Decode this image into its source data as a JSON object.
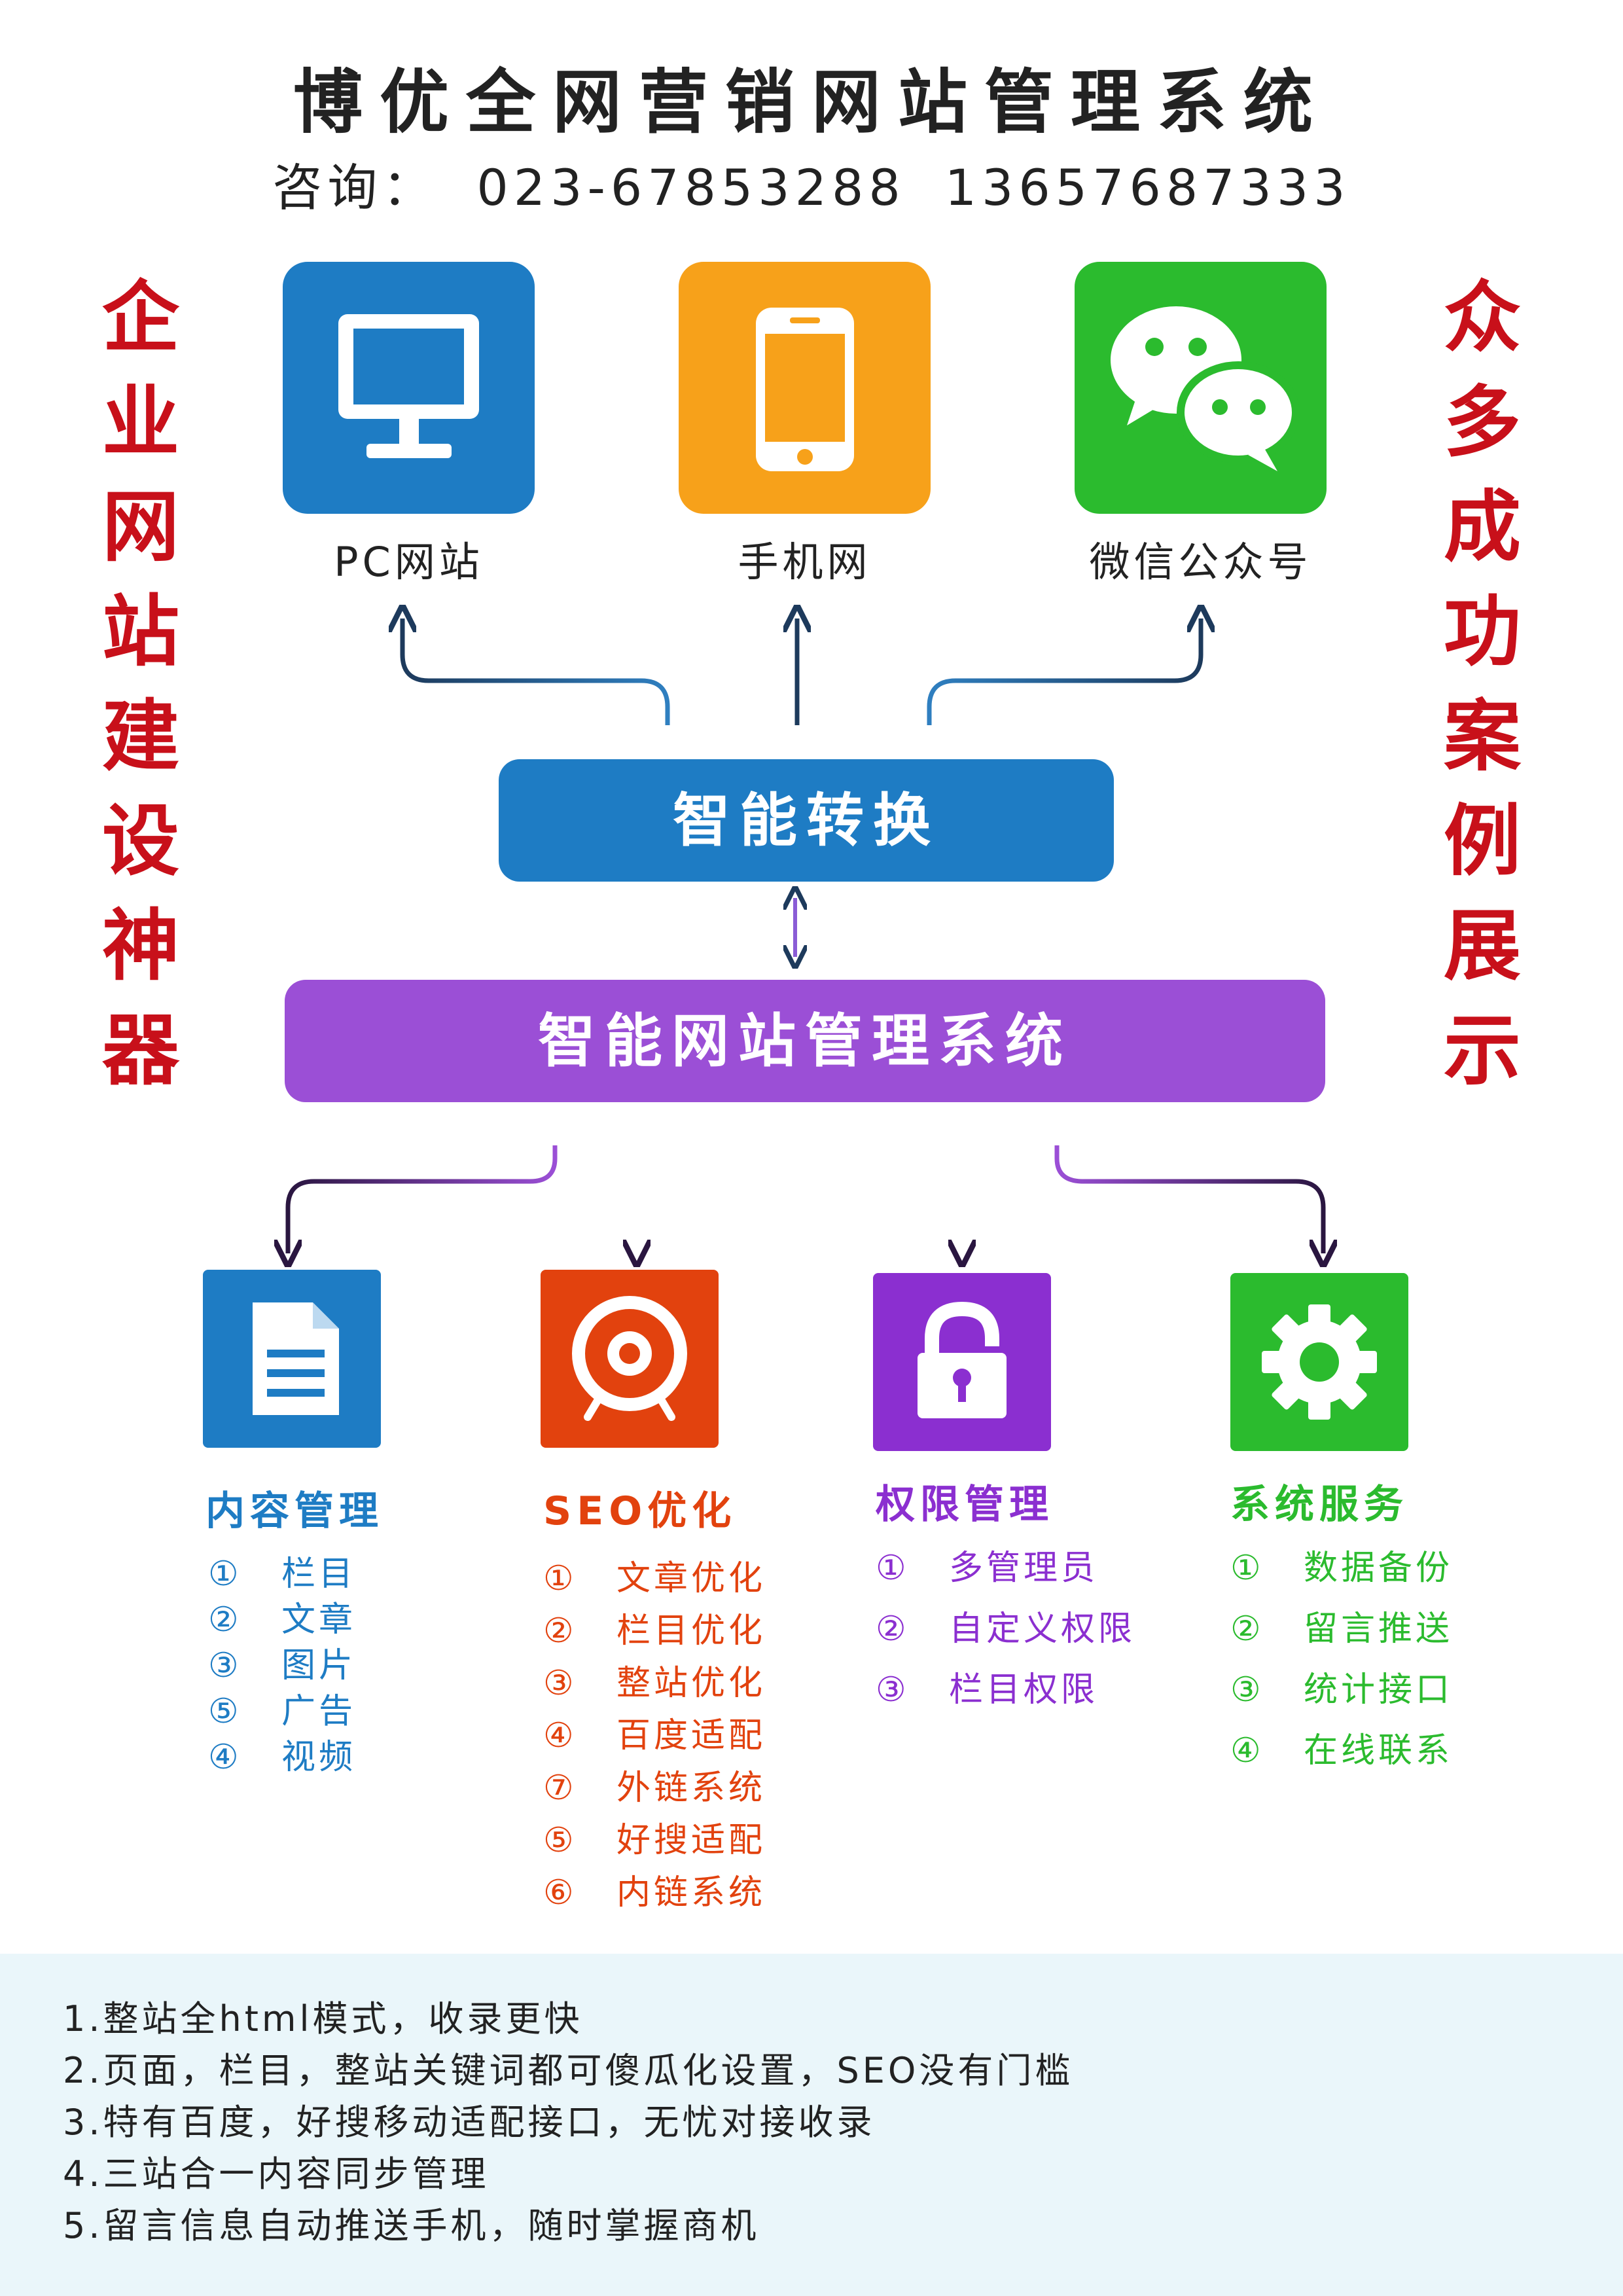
{
  "header": {
    "title": "博优全网营销网站管理系统",
    "contact_label": "咨询：",
    "phone_1": "023-67853288",
    "phone_2": "13657687333"
  },
  "side_left": "企业网站建设神器",
  "side_right": "众多成功案例展示",
  "platforms": [
    {
      "label": "PC网站",
      "icon": "monitor-icon",
      "color": "#1e7cc4"
    },
    {
      "label": "手机网",
      "icon": "phone-icon",
      "color": "#f7a11a"
    },
    {
      "label": "微信公众号",
      "icon": "wechat-icon",
      "color": "#2bbb2e"
    }
  ],
  "smart_convert": {
    "label": "智能转换",
    "color": "#1e7cc4"
  },
  "cms": {
    "label": "智能网站管理系统",
    "color": "#9b4fd6"
  },
  "modules": [
    {
      "title": "内容管理",
      "icon": "document-icon",
      "color": "#1e7cc4",
      "items": [
        {
          "num": "①",
          "text": "栏目"
        },
        {
          "num": "②",
          "text": "文章"
        },
        {
          "num": "③",
          "text": "图片"
        },
        {
          "num": "⑤",
          "text": "广告"
        },
        {
          "num": "④",
          "text": "视频"
        }
      ]
    },
    {
      "title": "SEO优化",
      "icon": "target-icon",
      "color": "#e2420e",
      "items": [
        {
          "num": "①",
          "text": "文章优化"
        },
        {
          "num": "②",
          "text": "栏目优化"
        },
        {
          "num": "③",
          "text": "整站优化"
        },
        {
          "num": "④",
          "text": "百度适配"
        },
        {
          "num": "⑦",
          "text": "外链系统"
        },
        {
          "num": "⑤",
          "text": "好搜适配"
        },
        {
          "num": "⑥",
          "text": "内链系统"
        }
      ]
    },
    {
      "title": "权限管理",
      "icon": "lock-icon",
      "color": "#8b2fd0",
      "items": [
        {
          "num": "①",
          "text": "多管理员"
        },
        {
          "num": "②",
          "text": "自定义权限"
        },
        {
          "num": "③",
          "text": "栏目权限"
        }
      ]
    },
    {
      "title": "系统服务",
      "icon": "gear-icon",
      "color": "#2bbb2e",
      "items": [
        {
          "num": "①",
          "text": "数据备份"
        },
        {
          "num": "②",
          "text": "留言推送"
        },
        {
          "num": "③",
          "text": "统计接口"
        },
        {
          "num": "④",
          "text": "在线联系"
        }
      ]
    }
  ],
  "features": [
    "1.整站全html模式，收录更快",
    "2.页面，栏目，整站关键词都可傻瓜化设置，SEO没有门槛",
    "3.特有百度，好搜移动适配接口，无忧对接收录",
    "4.三站合一内容同步管理",
    "5.留言信息自动推送手机，随时掌握商机"
  ]
}
